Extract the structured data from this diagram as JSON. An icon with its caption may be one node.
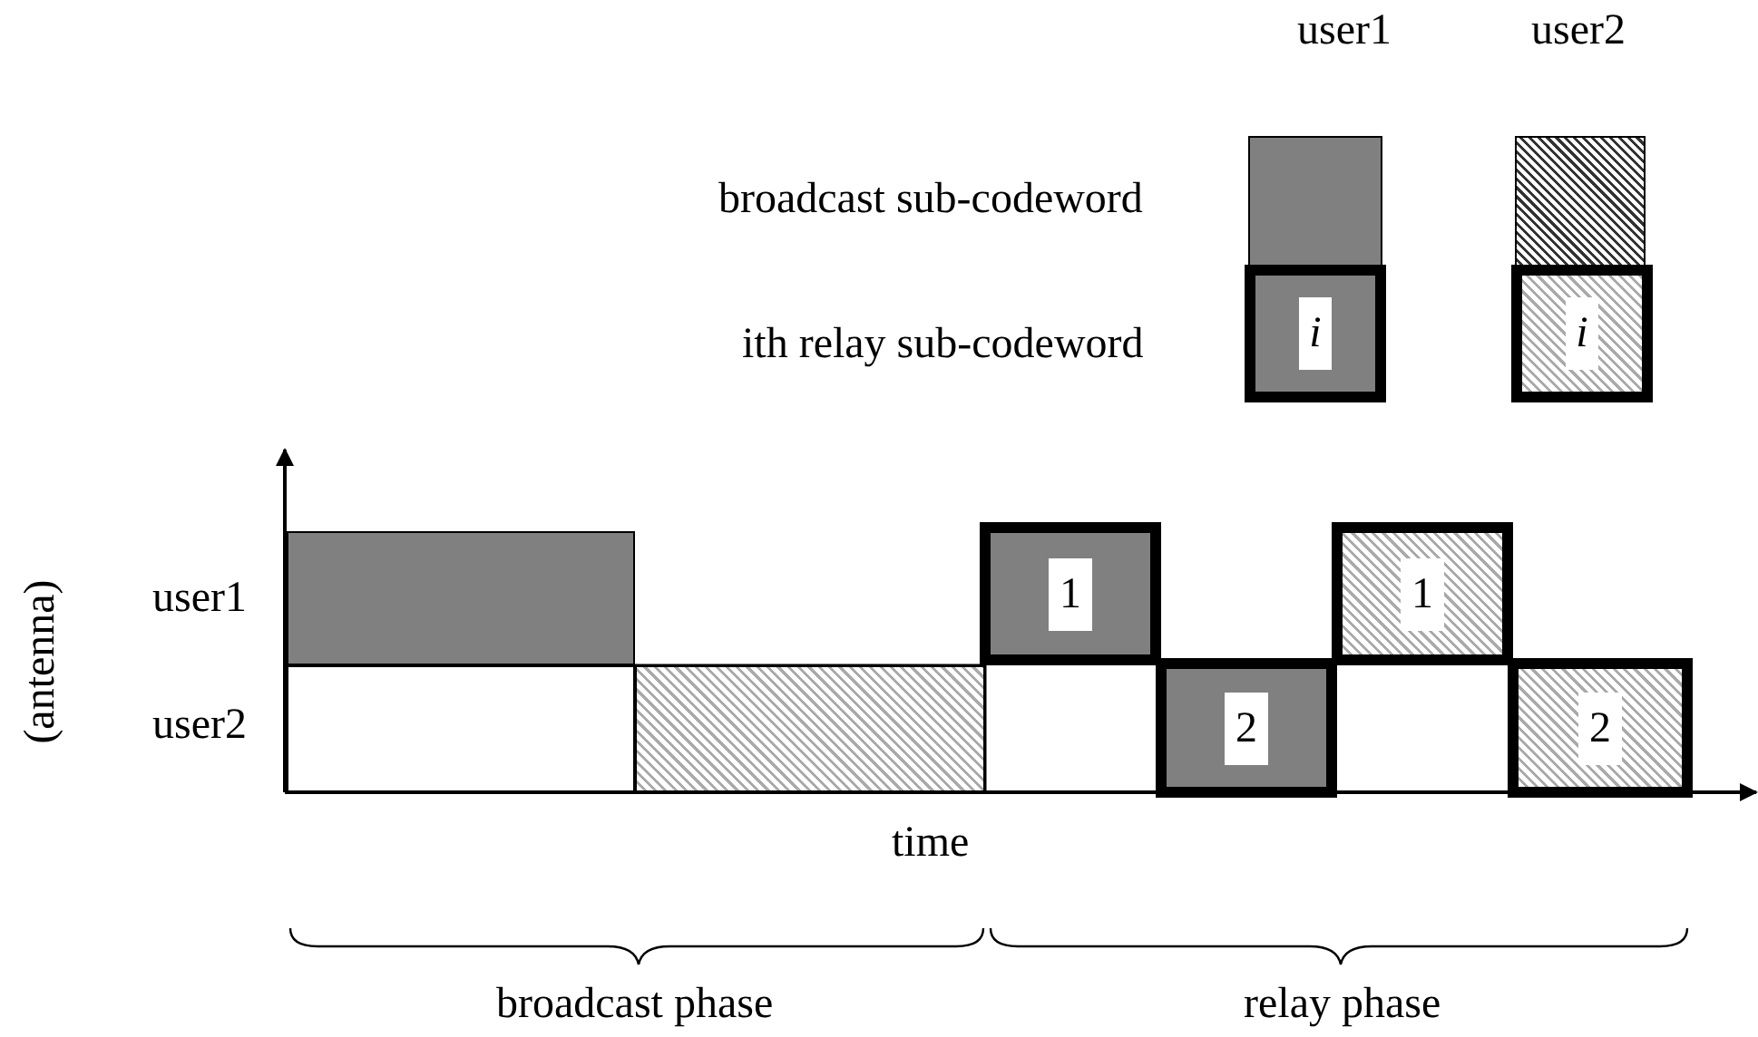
{
  "diagram": {
    "nodes": [
      {
        "text": [],
        "shape": "box"
      },
      {
        "text": [],
        "shape": "box"
      },
      {
        "text": [
          "i"
        ]
      },
      {
        "text": [
          "i"
        ]
      },
      {
        "text": [],
        "shape": "box"
      },
      {
        "text": [
          "1"
        ]
      },
      {
        "text": [
          "1"
        ]
      },
      {
        "text": [],
        "shape": "box"
      },
      {
        "text": [],
        "shape": "box"
      },
      {
        "text": [
          "2"
        ]
      },
      {
        "text": [
          "2"
        ]
      }
    ],
    "labels": [
      "user1",
      "user2",
      "broadcast sub-codeword",
      "ith relay sub-codeword",
      "(antenna)",
      "user1",
      "user2",
      "time",
      "broadcast phase",
      "relay phase"
    ]
  }
}
